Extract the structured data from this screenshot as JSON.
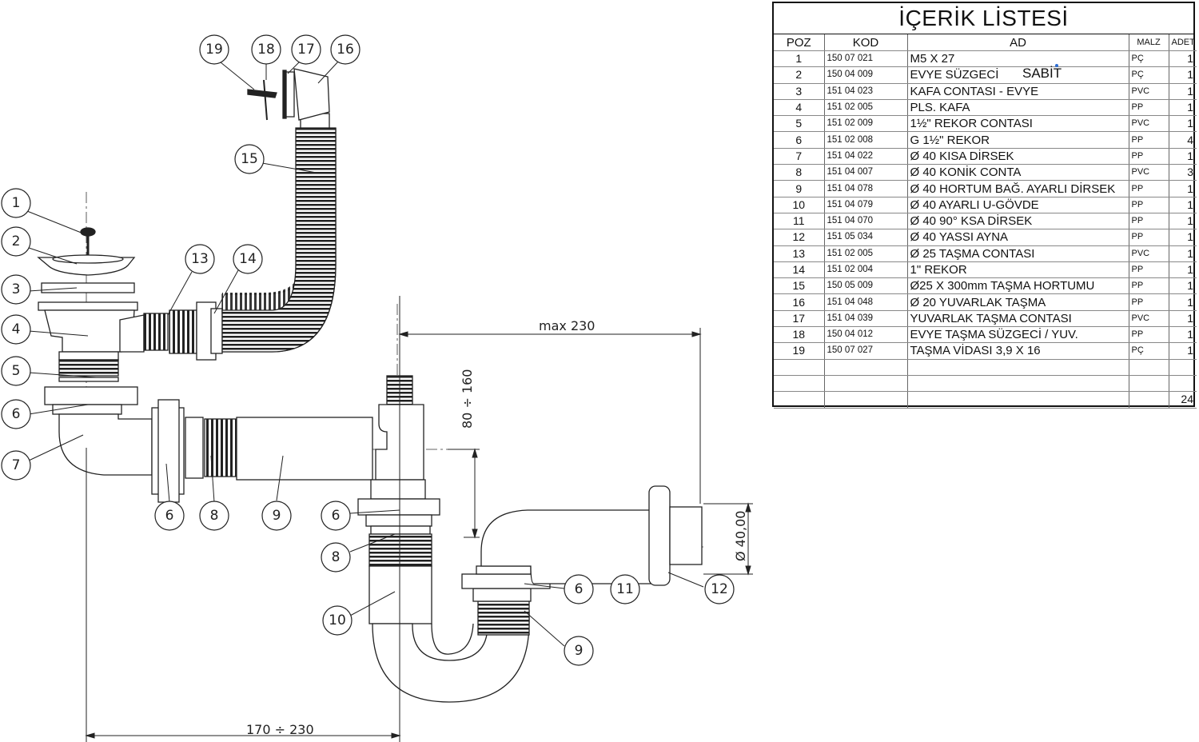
{
  "parts_list": {
    "title": "İÇERİK LİSTESİ",
    "columns": {
      "poz": "POZ",
      "kod": "KOD",
      "ad": "AD",
      "malz": "MALZ",
      "adet": "ADET"
    },
    "rows": [
      {
        "poz": "1",
        "kod": "150 07 021",
        "ad": "M5 X 27",
        "malz": "PÇ",
        "adet": "1"
      },
      {
        "poz": "2",
        "kod": "150 04 009",
        "ad": "EVYE SÜZGECİ",
        "malz": "PÇ",
        "adet": "1"
      },
      {
        "poz": "3",
        "kod": "151 04 023",
        "ad": "KAFA CONTASI - EVYE",
        "malz": "PVC",
        "adet": "1"
      },
      {
        "poz": "4",
        "kod": "151 02 005",
        "ad": "PLS. KAFA",
        "malz": "PP",
        "adet": "1"
      },
      {
        "poz": "5",
        "kod": "151 02 009",
        "ad": "1½\" REKOR CONTASI",
        "malz": "PVC",
        "adet": "1"
      },
      {
        "poz": "6",
        "kod": "151 02 008",
        "ad": "G 1½\" REKOR",
        "malz": "PP",
        "adet": "4"
      },
      {
        "poz": "7",
        "kod": "151 04 022",
        "ad": "Ø 40 KISA DİRSEK",
        "malz": "PP",
        "adet": "1"
      },
      {
        "poz": "8",
        "kod": "151 04 007",
        "ad": "Ø 40 KONİK CONTA",
        "malz": "PVC",
        "adet": "3"
      },
      {
        "poz": "9",
        "kod": "151 04 078",
        "ad": "Ø 40 HORTUM BAĞ. AYARLI DİRSEK",
        "malz": "PP",
        "adet": "1"
      },
      {
        "poz": "10",
        "kod": "151 04 079",
        "ad": "Ø 40 AYARLI U-GÖVDE",
        "malz": "PP",
        "adet": "1"
      },
      {
        "poz": "11",
        "kod": "151 04 070",
        "ad": "Ø 40 90° KSA DİRSEK",
        "malz": "PP",
        "adet": "1"
      },
      {
        "poz": "12",
        "kod": "151 05 034",
        "ad": "Ø 40 YASSI AYNA",
        "malz": "PP",
        "adet": "1"
      },
      {
        "poz": "13",
        "kod": "151 02 005",
        "ad": "Ø 25 TAŞMA CONTASI",
        "malz": "PVC",
        "adet": "1"
      },
      {
        "poz": "14",
        "kod": "151 02 004",
        "ad": "1\" REKOR",
        "malz": "PP",
        "adet": "1"
      },
      {
        "poz": "15",
        "kod": "150 05 009",
        "ad": "Ø25 X 300mm TAŞMA HORTUMU",
        "malz": "PP",
        "adet": "1"
      },
      {
        "poz": "16",
        "kod": "151 04 048",
        "ad": "Ø 20 YUVARLAK TAŞMA",
        "malz": "PP",
        "adet": "1"
      },
      {
        "poz": "17",
        "kod": "151 04 039",
        "ad": "YUVARLAK TAŞMA CONTASI",
        "malz": "PVC",
        "adet": "1"
      },
      {
        "poz": "18",
        "kod": "150 04 012",
        "ad": "EVYE TAŞMA SÜZGECİ / YUV.",
        "malz": "PP",
        "adet": "1"
      },
      {
        "poz": "19",
        "kod": "150 07 027",
        "ad": "TAŞMA VİDASI 3,9 X 16",
        "malz": "PÇ",
        "adet": "1"
      }
    ],
    "total_adet": "24",
    "annotation": "SABİT"
  },
  "drawing": {
    "dimensions": {
      "max_horizontal": "max 230",
      "vertical_range": "80 ÷ 160",
      "bottom_range": "170 ÷ 230",
      "diameter": "Ø 40,00"
    },
    "balloons": [
      "19",
      "18",
      "17",
      "16",
      "15",
      "1",
      "2",
      "3",
      "4",
      "5",
      "6",
      "7",
      "13",
      "14",
      "6",
      "8",
      "9",
      "6",
      "8",
      "10",
      "6",
      "11",
      "12",
      "9"
    ]
  }
}
